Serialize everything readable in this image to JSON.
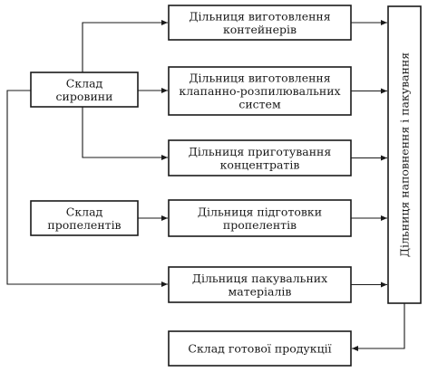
{
  "diagram": {
    "nodes": [
      {
        "id": "raw_warehouse",
        "lines": [
          "Склад",
          "сировини"
        ]
      },
      {
        "id": "propellant_warehouse",
        "lines": [
          "Склад",
          "пропелентів"
        ]
      },
      {
        "id": "container_section",
        "lines": [
          "Дільниця виготовлення",
          "контейнерів"
        ]
      },
      {
        "id": "valve_section",
        "lines": [
          "Дільниця виготовлення",
          "клапанно-розпилювальних",
          "систем"
        ]
      },
      {
        "id": "concentrate_section",
        "lines": [
          "Дільниця приготування",
          "концентратів"
        ]
      },
      {
        "id": "propellant_prep_section",
        "lines": [
          "Дільниця підготовки",
          "пропелентів"
        ]
      },
      {
        "id": "packaging_materials_section",
        "lines": [
          "Дільниця пакувальних",
          "матеріалів"
        ]
      },
      {
        "id": "filling_section",
        "lines": [
          "Дільниця наповнення і пакування"
        ]
      },
      {
        "id": "finished_goods_warehouse",
        "lines": [
          "Склад готової продукції"
        ]
      }
    ],
    "edges": [
      {
        "from": "raw_warehouse",
        "to": "container_section"
      },
      {
        "from": "raw_warehouse",
        "to": "valve_section"
      },
      {
        "from": "raw_warehouse",
        "to": "concentrate_section"
      },
      {
        "from": "raw_warehouse",
        "to": "packaging_materials_section"
      },
      {
        "from": "propellant_warehouse",
        "to": "propellant_prep_section"
      },
      {
        "from": "container_section",
        "to": "filling_section"
      },
      {
        "from": "valve_section",
        "to": "filling_section"
      },
      {
        "from": "concentrate_section",
        "to": "filling_section"
      },
      {
        "from": "propellant_prep_section",
        "to": "filling_section"
      },
      {
        "from": "packaging_materials_section",
        "to": "filling_section"
      },
      {
        "from": "filling_section",
        "to": "finished_goods_warehouse"
      }
    ]
  }
}
